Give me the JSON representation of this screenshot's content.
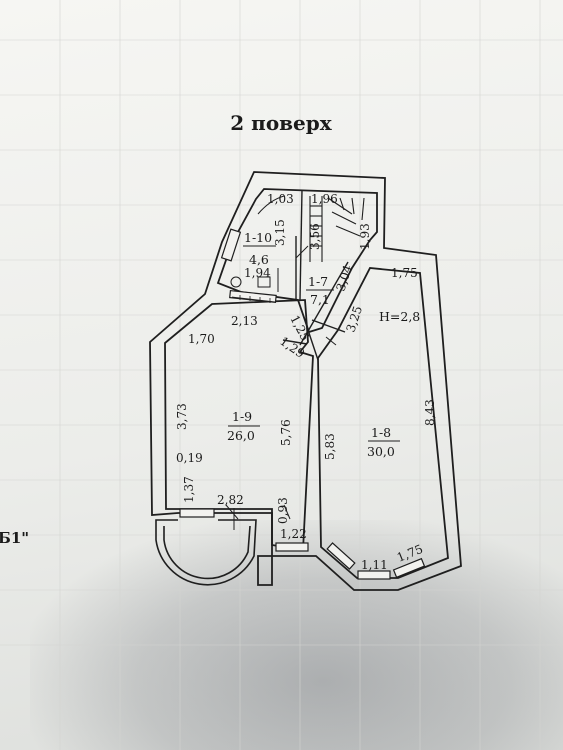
{
  "title": "2 поверх",
  "side_label": "Б1\"",
  "height_note": "Н=2,8",
  "rooms": {
    "r110": {
      "id": "1-10",
      "area": "4,6"
    },
    "r17": {
      "id": "1-7",
      "area": "7,1"
    },
    "r19": {
      "id": "1-9",
      "area": "26,0"
    },
    "r18": {
      "id": "1-8",
      "area": "30,0"
    }
  },
  "dims": {
    "d103": "1,03",
    "d196": "1,96",
    "d315": "3,15",
    "d356": "3,56",
    "d193": "1,93",
    "d194": "1,94",
    "d304": "3,04",
    "d175a": "1,75",
    "d213": "2,13",
    "d325": "3,25",
    "d170": "1,70",
    "d125": "1,25",
    "d129": "1,29",
    "d373": "3,73",
    "d576": "5,76",
    "d583": "5,83",
    "d843": "8,43",
    "d019": "0,19",
    "d137": "1,37",
    "d282": "2,82",
    "d093": "0,93",
    "d122": "1,22",
    "d111": "1,11",
    "d175b": "1,75"
  }
}
